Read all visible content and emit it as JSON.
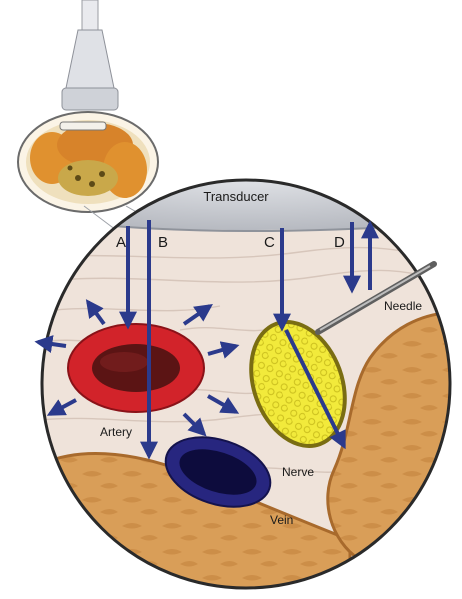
{
  "labels": {
    "transducer": "Transducer",
    "beam_a": "A",
    "beam_b": "B",
    "beam_c": "C",
    "beam_d": "D",
    "needle": "Needle",
    "artery": "Artery",
    "nerve": "Nerve",
    "vein": "Vein"
  },
  "colors": {
    "arrow": "#2b3a8c",
    "transducer_plate": "#c9ccd2",
    "tissue": "#efe3da",
    "muscle": "#d79a52",
    "muscle_dark": "#b06d2a",
    "artery_wall": "#d2232a",
    "artery_lumen": "#5b1414",
    "vein_wall": "#27267f",
    "vein_lumen": "#0d0c3d",
    "nerve_fill": "#f2ea3b",
    "nerve_outline": "#7a6d12",
    "needle": "#6b6b6b"
  },
  "icons": {
    "probe": "ultrasound-probe-icon",
    "cross_section": "body-cross-section-icon"
  }
}
